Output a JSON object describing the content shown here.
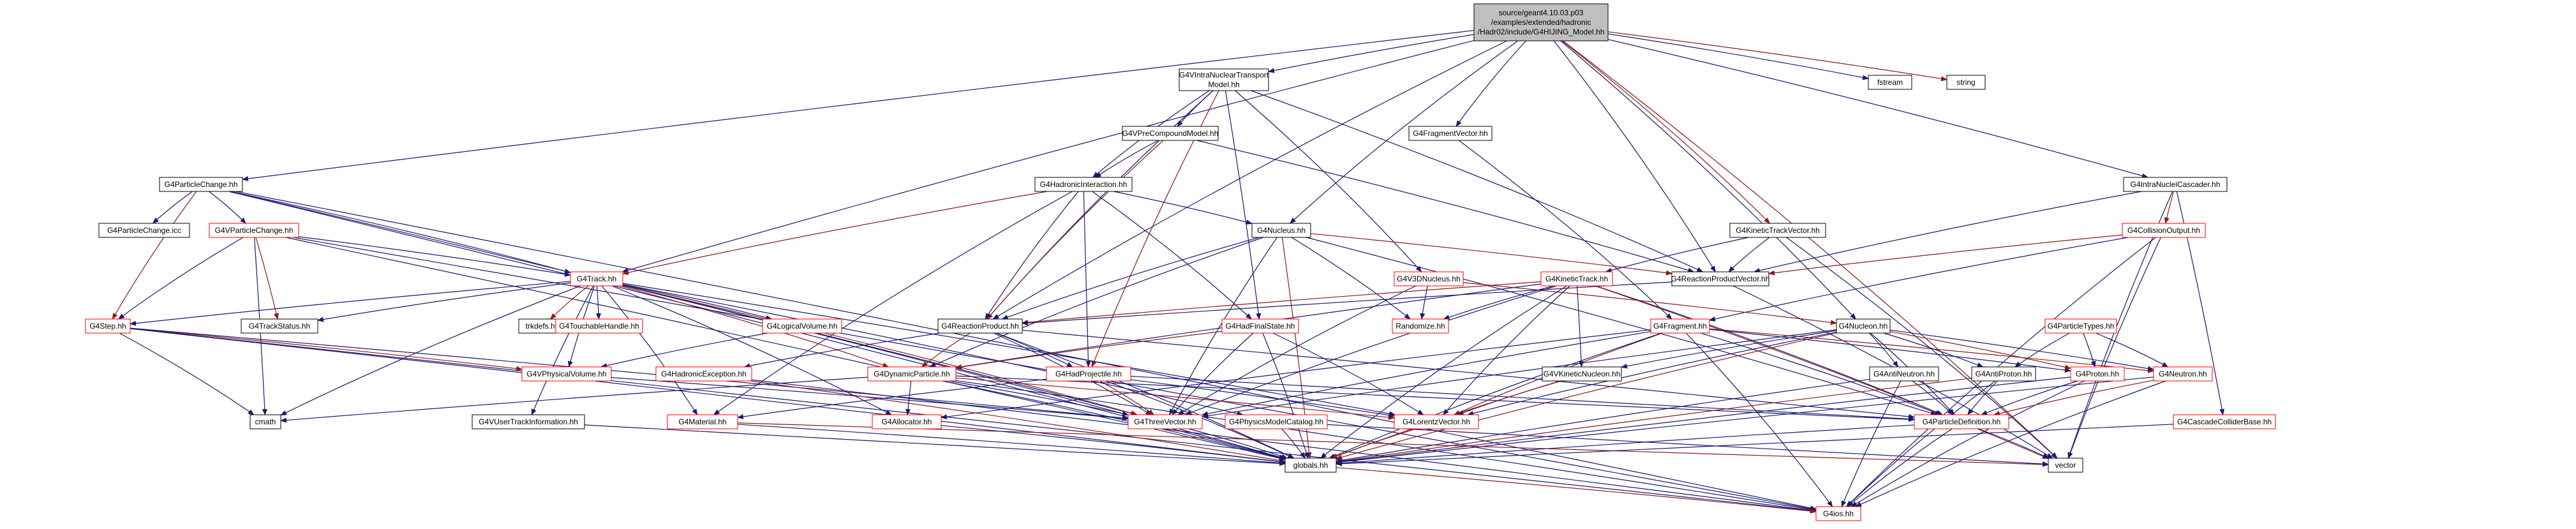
{
  "colors": {
    "root_fill": "#bfbfbf",
    "node_fill": "#ffffff",
    "node_stroke": "#000000",
    "truncated_stroke": "#ff0000",
    "edge_default": "#191970",
    "edge_alt": "#8b1a1a",
    "text": "#000000"
  },
  "graph": {
    "type": "include-dependency-graph",
    "root": "root",
    "nodes": [
      {
        "id": "root",
        "lines": [
          "source/geant4.10.03.p03",
          "/examples/extended/hadronic",
          "/Hadr02/include/G4HIJING_Model.hh"
        ]
      },
      {
        "id": "intranuc",
        "lines": [
          "G4VIntraNuclearTransport",
          "Model.hh"
        ]
      },
      {
        "id": "fstream",
        "lines": [
          "fstream"
        ]
      },
      {
        "id": "string",
        "lines": [
          "string"
        ]
      },
      {
        "id": "vprecomp",
        "lines": [
          "G4VPreCompoundModel.hh"
        ]
      },
      {
        "id": "fragvec",
        "lines": [
          "G4FragmentVector.hh"
        ]
      },
      {
        "id": "partchange",
        "lines": [
          "G4ParticleChange.hh"
        ]
      },
      {
        "id": "hadint",
        "lines": [
          "G4HadronicInteraction.hh"
        ]
      },
      {
        "id": "intracasc",
        "lines": [
          "G4IntraNucleiCascader.hh"
        ]
      },
      {
        "id": "partchangeicc",
        "lines": [
          "G4ParticleChange.icc"
        ]
      },
      {
        "id": "vpartchange",
        "lines": [
          "G4VParticleChange.hh"
        ],
        "trunc": true
      },
      {
        "id": "nucleus",
        "lines": [
          "G4Nucleus.hh"
        ]
      },
      {
        "id": "kinvec",
        "lines": [
          "G4KineticTrackVector.hh"
        ]
      },
      {
        "id": "collout",
        "lines": [
          "G4CollisionOutput.hh"
        ],
        "trunc": true
      },
      {
        "id": "track",
        "lines": [
          "G4Track.hh"
        ],
        "trunc": true
      },
      {
        "id": "v3dnuc",
        "lines": [
          "G4V3DNucleus.hh"
        ],
        "trunc": true
      },
      {
        "id": "kintrack",
        "lines": [
          "G4KineticTrack.hh"
        ],
        "trunc": true
      },
      {
        "id": "reacvec",
        "lines": [
          "G4ReactionProductVector.hh"
        ]
      },
      {
        "id": "trackstatus",
        "lines": [
          "G4TrackStatus.hh"
        ]
      },
      {
        "id": "trkdefs",
        "lines": [
          "trkdefs.hh"
        ]
      },
      {
        "id": "touchable",
        "lines": [
          "G4TouchableHandle.hh"
        ],
        "trunc": true
      },
      {
        "id": "logvol",
        "lines": [
          "G4LogicalVolume.hh"
        ],
        "trunc": true
      },
      {
        "id": "reacprod",
        "lines": [
          "G4ReactionProduct.hh"
        ]
      },
      {
        "id": "randomize",
        "lines": [
          "Randomize.hh"
        ],
        "trunc": true
      },
      {
        "id": "hadfinal",
        "lines": [
          "G4HadFinalState.hh"
        ],
        "trunc": true
      },
      {
        "id": "fragment",
        "lines": [
          "G4Fragment.hh"
        ],
        "trunc": true
      },
      {
        "id": "nucleon",
        "lines": [
          "G4Nucleon.hh"
        ]
      },
      {
        "id": "parttypes",
        "lines": [
          "G4ParticleTypes.hh"
        ],
        "trunc": true
      },
      {
        "id": "step",
        "lines": [
          "G4Step.hh"
        ],
        "trunc": true
      },
      {
        "id": "physvol",
        "lines": [
          "G4VPhysicalVolume.hh"
        ],
        "trunc": true
      },
      {
        "id": "hadexc",
        "lines": [
          "G4HadronicException.hh"
        ],
        "trunc": true
      },
      {
        "id": "dynpart",
        "lines": [
          "G4DynamicParticle.hh"
        ],
        "trunc": true
      },
      {
        "id": "hadproj",
        "lines": [
          "G4HadProjectile.hh"
        ],
        "trunc": true
      },
      {
        "id": "vkinnuc",
        "lines": [
          "G4VKineticNucleon.hh"
        ]
      },
      {
        "id": "antineut",
        "lines": [
          "G4AntiNeutron.hh"
        ]
      },
      {
        "id": "antiprot",
        "lines": [
          "G4AntiProton.hh"
        ]
      },
      {
        "id": "proton",
        "lines": [
          "G4Proton.hh"
        ],
        "trunc": true
      },
      {
        "id": "neutron",
        "lines": [
          "G4Neutron.hh"
        ],
        "trunc": true
      },
      {
        "id": "cmath",
        "lines": [
          "cmath"
        ]
      },
      {
        "id": "vusertrack",
        "lines": [
          "G4VUserTrackInformation.hh"
        ]
      },
      {
        "id": "material",
        "lines": [
          "G4Material.hh"
        ],
        "trunc": true
      },
      {
        "id": "allocator",
        "lines": [
          "G4Allocator.hh"
        ],
        "trunc": true
      },
      {
        "id": "threevec",
        "lines": [
          "G4ThreeVector.hh"
        ],
        "trunc": true
      },
      {
        "id": "physcat",
        "lines": [
          "G4PhysicsModelCatalog.hh"
        ],
        "trunc": true
      },
      {
        "id": "lorentz",
        "lines": [
          "G4LorentzVector.hh"
        ],
        "trunc": true
      },
      {
        "id": "partdef",
        "lines": [
          "G4ParticleDefinition.hh"
        ],
        "trunc": true
      },
      {
        "id": "cascbase",
        "lines": [
          "G4CascadeColliderBase.hh"
        ],
        "trunc": true
      },
      {
        "id": "vector",
        "lines": [
          "vector"
        ]
      },
      {
        "id": "globals",
        "lines": [
          "globals.hh"
        ]
      },
      {
        "id": "g4ios",
        "lines": [
          "G4ios.hh"
        ],
        "trunc": true
      }
    ],
    "edges": [
      [
        "root",
        "intranuc"
      ],
      [
        "root",
        "fstream"
      ],
      [
        "root",
        "string"
      ],
      [
        "root",
        "fragvec"
      ],
      [
        "root",
        "partchange"
      ],
      [
        "root",
        "intracasc"
      ],
      [
        "root",
        "nucleus"
      ],
      [
        "root",
        "kinvec"
      ],
      [
        "root",
        "track"
      ],
      [
        "root",
        "reacvec"
      ],
      [
        "root",
        "nucleon"
      ],
      [
        "root",
        "reacprod"
      ],
      [
        "root",
        "vector"
      ],
      [
        "intranuc",
        "vprecomp"
      ],
      [
        "intranuc",
        "hadint"
      ],
      [
        "intranuc",
        "v3dnuc"
      ],
      [
        "intranuc",
        "reacvec"
      ],
      [
        "intranuc",
        "hadproj"
      ],
      [
        "intranuc",
        "hadfinal"
      ],
      [
        "intranuc",
        "reacprod"
      ],
      [
        "vprecomp",
        "hadint"
      ],
      [
        "vprecomp",
        "reacvec"
      ],
      [
        "vprecomp",
        "reacprod"
      ],
      [
        "fragvec",
        "fragment"
      ],
      [
        "partchange",
        "partchangeicc"
      ],
      [
        "partchange",
        "vpartchange"
      ],
      [
        "partchange",
        "track"
      ],
      [
        "partchange",
        "step"
      ],
      [
        "partchange",
        "globals"
      ],
      [
        "partchange",
        "threevec"
      ],
      [
        "partchange",
        "g4ios"
      ],
      [
        "hadint",
        "nucleus"
      ],
      [
        "hadint",
        "track"
      ],
      [
        "hadint",
        "hadfinal"
      ],
      [
        "hadint",
        "hadproj"
      ],
      [
        "hadint",
        "reacprod"
      ],
      [
        "hadint",
        "material"
      ],
      [
        "intracasc",
        "collout"
      ],
      [
        "intracasc",
        "cascbase"
      ],
      [
        "intracasc",
        "reacvec"
      ],
      [
        "intracasc",
        "vector"
      ],
      [
        "vpartchange",
        "track"
      ],
      [
        "vpartchange",
        "trackstatus"
      ],
      [
        "vpartchange",
        "step"
      ],
      [
        "vpartchange",
        "cmath"
      ],
      [
        "vpartchange",
        "globals"
      ],
      [
        "vpartchange",
        "g4ios"
      ],
      [
        "nucleus",
        "reacvec"
      ],
      [
        "nucleus",
        "reacprod"
      ],
      [
        "nucleus",
        "randomize"
      ],
      [
        "nucleus",
        "threevec"
      ],
      [
        "nucleus",
        "dynpart"
      ],
      [
        "nucleus",
        "globals"
      ],
      [
        "nucleus",
        "partdef"
      ],
      [
        "kinvec",
        "kintrack"
      ],
      [
        "kinvec",
        "reacvec"
      ],
      [
        "kinvec",
        "vector"
      ],
      [
        "collout",
        "reacvec"
      ],
      [
        "collout",
        "fragment"
      ],
      [
        "collout",
        "vector"
      ],
      [
        "collout",
        "g4ios"
      ],
      [
        "track",
        "trackstatus"
      ],
      [
        "track",
        "trkdefs"
      ],
      [
        "track",
        "touchable"
      ],
      [
        "track",
        "logvol"
      ],
      [
        "track",
        "step"
      ],
      [
        "track",
        "physvol"
      ],
      [
        "track",
        "dynpart"
      ],
      [
        "track",
        "cmath"
      ],
      [
        "track",
        "vusertrack"
      ],
      [
        "track",
        "material"
      ],
      [
        "track",
        "allocator"
      ],
      [
        "track",
        "threevec"
      ],
      [
        "track",
        "physcat"
      ],
      [
        "track",
        "globals"
      ],
      [
        "track",
        "lorentz"
      ],
      [
        "v3dnuc",
        "randomize"
      ],
      [
        "v3dnuc",
        "nucleon"
      ],
      [
        "v3dnuc",
        "threevec"
      ],
      [
        "kintrack",
        "randomize"
      ],
      [
        "kintrack",
        "vkinnuc"
      ],
      [
        "kintrack",
        "dynpart"
      ],
      [
        "kintrack",
        "reacprod"
      ],
      [
        "kintrack",
        "lorentz"
      ],
      [
        "kintrack",
        "threevec"
      ],
      [
        "kintrack",
        "partdef"
      ],
      [
        "kintrack",
        "globals"
      ],
      [
        "kintrack",
        "vector"
      ],
      [
        "reacvec",
        "reacprod"
      ],
      [
        "reacvec",
        "vector"
      ],
      [
        "logvol",
        "physvol"
      ],
      [
        "reacprod",
        "hadexc"
      ],
      [
        "reacprod",
        "dynpart"
      ],
      [
        "reacprod",
        "hadproj"
      ],
      [
        "reacprod",
        "threevec"
      ],
      [
        "reacprod",
        "globals"
      ],
      [
        "reacprod",
        "partdef"
      ],
      [
        "hadfinal",
        "dynpart"
      ],
      [
        "hadfinal",
        "threevec"
      ],
      [
        "hadfinal",
        "globals"
      ],
      [
        "hadfinal",
        "lorentz"
      ],
      [
        "fragment",
        "threevec"
      ],
      [
        "fragment",
        "lorentz"
      ],
      [
        "fragment",
        "allocator"
      ],
      [
        "fragment",
        "globals"
      ],
      [
        "fragment",
        "partdef"
      ],
      [
        "fragment",
        "proton"
      ],
      [
        "fragment",
        "neutron"
      ],
      [
        "fragment",
        "g4ios"
      ],
      [
        "nucleon",
        "vkinnuc"
      ],
      [
        "nucleon",
        "antineut"
      ],
      [
        "nucleon",
        "antiprot"
      ],
      [
        "nucleon",
        "proton"
      ],
      [
        "nucleon",
        "neutron"
      ],
      [
        "nucleon",
        "partdef"
      ],
      [
        "nucleon",
        "threevec"
      ],
      [
        "nucleon",
        "lorentz"
      ],
      [
        "nucleon",
        "globals"
      ],
      [
        "parttypes",
        "proton"
      ],
      [
        "parttypes",
        "neutron"
      ],
      [
        "parttypes",
        "antiprot"
      ],
      [
        "step",
        "cmath"
      ],
      [
        "step",
        "physvol"
      ],
      [
        "step",
        "threevec"
      ],
      [
        "step",
        "globals"
      ],
      [
        "step",
        "g4ios"
      ],
      [
        "physvol",
        "threevec"
      ],
      [
        "hadexc",
        "globals"
      ],
      [
        "hadexc",
        "g4ios"
      ],
      [
        "dynpart",
        "cmath"
      ],
      [
        "dynpart",
        "allocator"
      ],
      [
        "dynpart",
        "threevec"
      ],
      [
        "dynpart",
        "lorentz"
      ],
      [
        "dynpart",
        "partdef"
      ],
      [
        "dynpart",
        "globals"
      ],
      [
        "dynpart",
        "g4ios"
      ],
      [
        "hadproj",
        "material"
      ],
      [
        "hadproj",
        "threevec"
      ],
      [
        "hadproj",
        "lorentz"
      ],
      [
        "hadproj",
        "globals"
      ],
      [
        "hadproj",
        "partdef"
      ],
      [
        "vkinnuc",
        "lorentz"
      ],
      [
        "vkinnuc",
        "globals"
      ],
      [
        "antineut",
        "partdef"
      ],
      [
        "antineut",
        "globals"
      ],
      [
        "antineut",
        "g4ios"
      ],
      [
        "antiprot",
        "partdef"
      ],
      [
        "antiprot",
        "globals"
      ],
      [
        "antiprot",
        "g4ios"
      ],
      [
        "proton",
        "partdef"
      ],
      [
        "proton",
        "globals"
      ],
      [
        "proton",
        "g4ios"
      ],
      [
        "neutron",
        "partdef"
      ],
      [
        "neutron",
        "globals"
      ],
      [
        "neutron",
        "g4ios"
      ],
      [
        "vusertrack",
        "globals"
      ],
      [
        "material",
        "globals"
      ],
      [
        "material",
        "vector"
      ],
      [
        "allocator",
        "globals"
      ],
      [
        "threevec",
        "globals"
      ],
      [
        "physcat",
        "globals"
      ],
      [
        "physcat",
        "vector"
      ],
      [
        "lorentz",
        "globals"
      ],
      [
        "partdef",
        "globals"
      ],
      [
        "partdef",
        "vector"
      ],
      [
        "partdef",
        "g4ios"
      ],
      [
        "cascbase",
        "globals"
      ],
      [
        "globals",
        "g4ios"
      ]
    ]
  }
}
